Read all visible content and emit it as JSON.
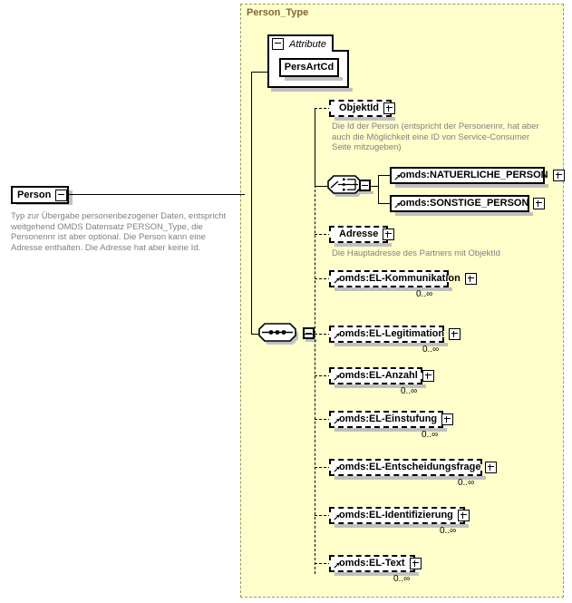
{
  "diagram": {
    "kind": "xml-schema-element-diagram",
    "type_container_label": "Person_Type",
    "root": {
      "name": "Person",
      "toggle": "minus",
      "documentation": "Typ zur Übergabe personenbezogener Daten, entspricht weitgehend OMDS Datensatz PERSON_Type, die Personennr ist aber optional. Die Person kann eine Adresse enthalten. Die Adresse hat aber keine Id."
    },
    "attribute_group": {
      "header_label": "Attribute",
      "toggle": "minus",
      "attributes": [
        {
          "name": "PersArtCd"
        }
      ]
    },
    "compositors": {
      "choice_label": "choice",
      "sequence_label": "sequence"
    },
    "children": [
      {
        "name": "ObjektId",
        "toggle": "plus",
        "optional": true,
        "reference": false,
        "cardinality": "",
        "documentation": "Die Id der Person (entspricht der Personennr, hat aber auch die Möglichkeit eine ID von Service-Consumer Seite mitzugeben)"
      },
      {
        "name": "omds:NATUERLICHE_PERSON",
        "toggle": "plus",
        "optional": false,
        "reference": true,
        "cardinality": "",
        "documentation": ""
      },
      {
        "name": "omds:SONSTIGE_PERSON",
        "toggle": "plus",
        "optional": false,
        "reference": true,
        "cardinality": "",
        "documentation": ""
      },
      {
        "name": "Adresse",
        "toggle": "plus",
        "optional": true,
        "reference": false,
        "cardinality": "",
        "documentation": "Die Hauptadresse des Partners mit ObjektId"
      },
      {
        "name": "omds:EL-Kommunikation",
        "toggle": "plus",
        "optional": true,
        "reference": true,
        "cardinality": "0..∞",
        "documentation": ""
      },
      {
        "name": "omds:EL-Legitimation",
        "toggle": "plus",
        "optional": true,
        "reference": true,
        "cardinality": "0..∞",
        "documentation": ""
      },
      {
        "name": "omds:EL-Anzahl",
        "toggle": "plus",
        "optional": true,
        "reference": true,
        "cardinality": "0..∞",
        "documentation": ""
      },
      {
        "name": "omds:EL-Einstufung",
        "toggle": "plus",
        "optional": true,
        "reference": true,
        "cardinality": "0..∞",
        "documentation": ""
      },
      {
        "name": "omds:EL-Entscheidungsfrage",
        "toggle": "plus",
        "optional": true,
        "reference": true,
        "cardinality": "0..∞",
        "documentation": ""
      },
      {
        "name": "omds:EL-Identifizierung",
        "toggle": "plus",
        "optional": true,
        "reference": true,
        "cardinality": "0..∞",
        "documentation": ""
      },
      {
        "name": "omds:EL-Text",
        "toggle": "plus",
        "optional": true,
        "reference": true,
        "cardinality": "0..∞",
        "documentation": ""
      }
    ],
    "colors": {
      "container_fill": "#FFFFCC",
      "container_border": "#999966",
      "type_label": "#806633",
      "node_fill": "#FFFFFF",
      "node_border": "#000000",
      "documentation_text": "#808080",
      "shadow": "#C0C0C0"
    }
  }
}
